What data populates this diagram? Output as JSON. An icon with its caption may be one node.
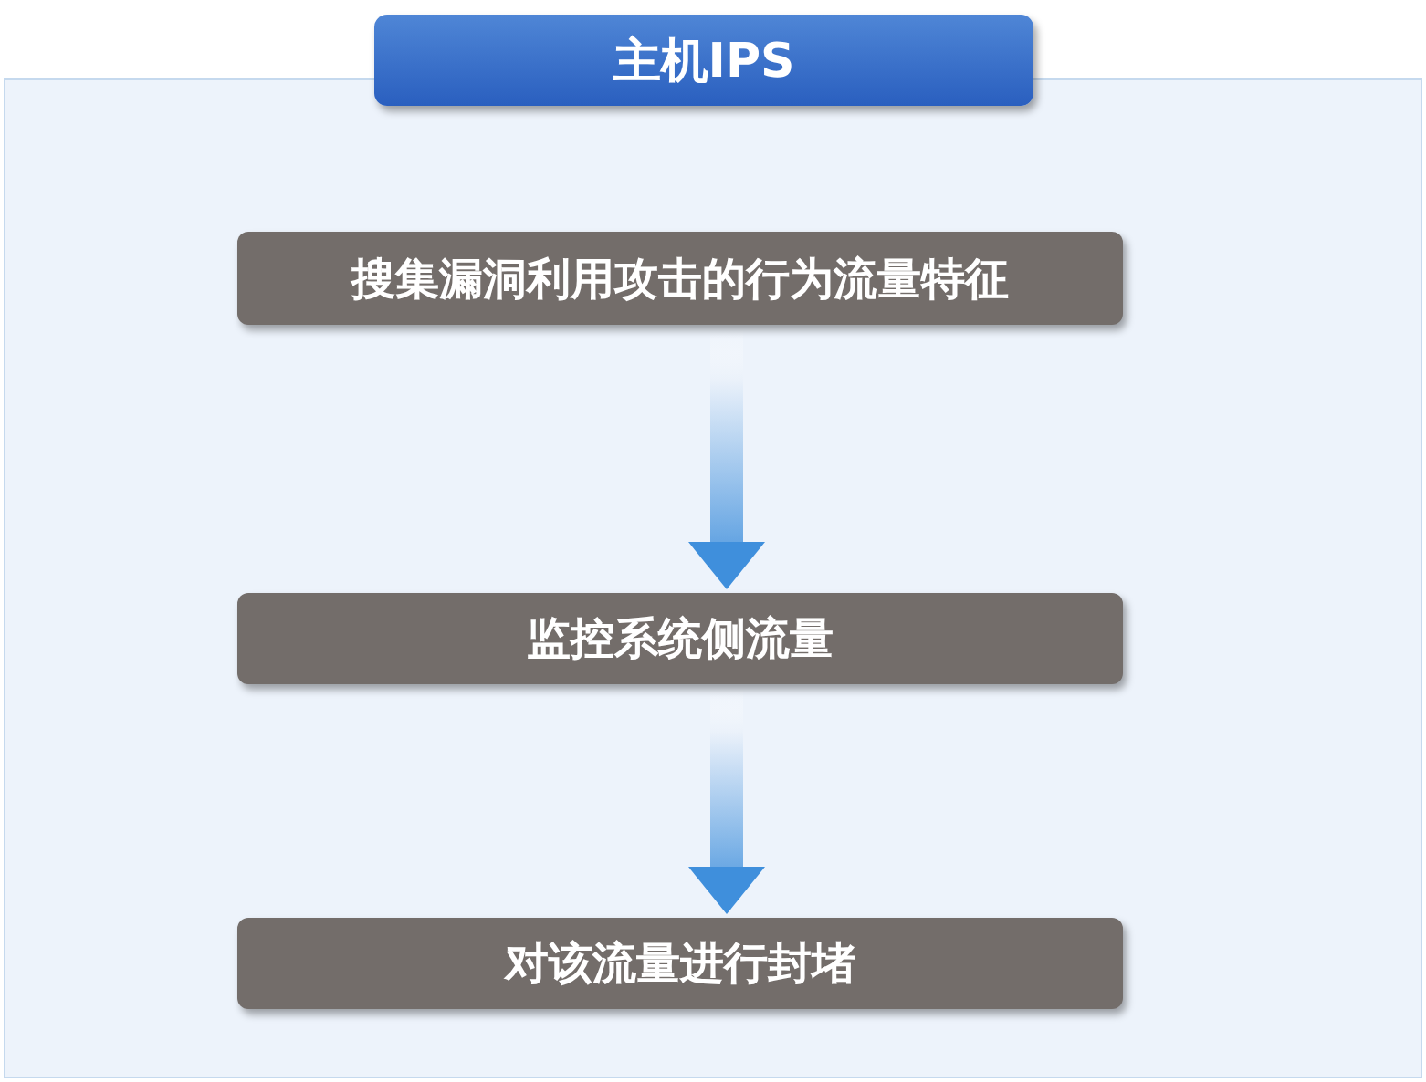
{
  "diagram": {
    "nodes": [
      {
        "text": [
          "主机IPS"
        ]
      },
      {
        "text": [
          "搜集漏洞利用攻击的行为流量特征"
        ],
        "in": 0
      },
      {
        "text": [
          "监控系统侧流量"
        ],
        "in": 0
      },
      {
        "text": [
          "对该流量进行封堵"
        ],
        "in": 0
      }
    ],
    "edges": [
      {
        "from": 1,
        "to": 2,
        "arrow": "to"
      },
      {
        "from": 2,
        "to": 3,
        "arrow": "to"
      }
    ]
  }
}
